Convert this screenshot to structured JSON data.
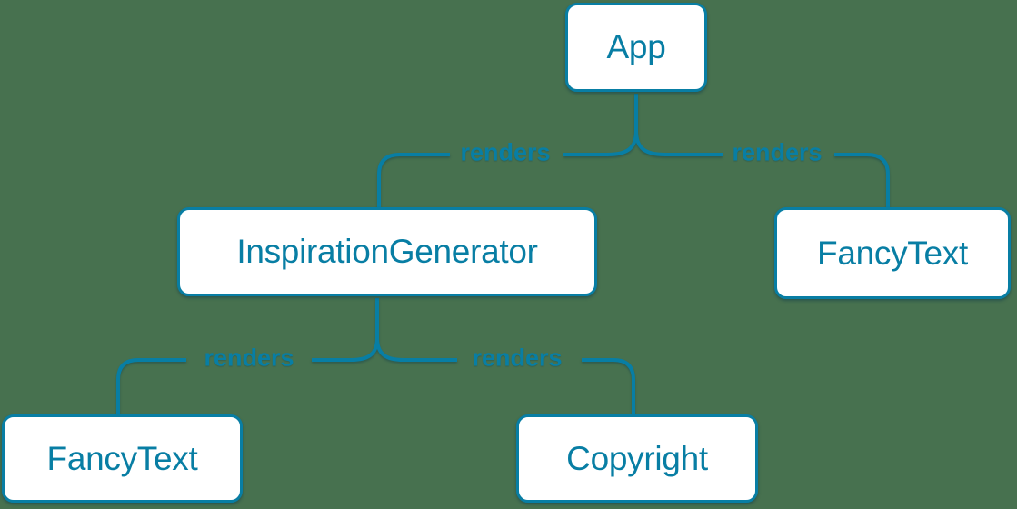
{
  "colors": {
    "background": "#47714f",
    "accent": "#087ea4",
    "node_bg": "#ffffff"
  },
  "diagram": {
    "type": "component-render-tree",
    "nodes": [
      {
        "id": "app",
        "label": "App"
      },
      {
        "id": "inspiration-generator",
        "label": "InspirationGenerator"
      },
      {
        "id": "fancy-text-top",
        "label": "FancyText"
      },
      {
        "id": "fancy-text-bottom",
        "label": "FancyText"
      },
      {
        "id": "copyright",
        "label": "Copyright"
      }
    ],
    "edges": [
      {
        "from": "App",
        "to": "InspirationGenerator",
        "label": "renders"
      },
      {
        "from": "App",
        "to": "FancyText",
        "label": "renders"
      },
      {
        "from": "InspirationGenerator",
        "to": "FancyText",
        "label": "renders"
      },
      {
        "from": "InspirationGenerator",
        "to": "Copyright",
        "label": "renders"
      }
    ]
  }
}
